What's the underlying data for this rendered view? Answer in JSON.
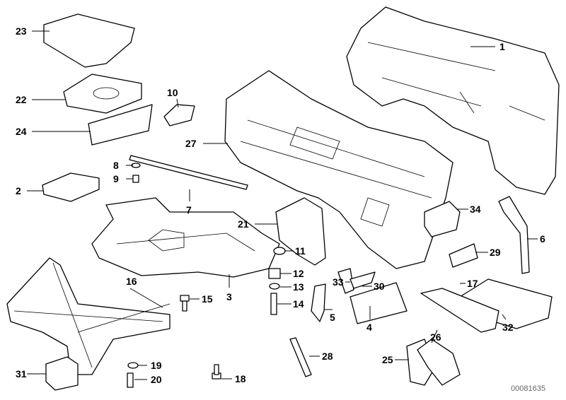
{
  "diagram": {
    "type": "exploded-parts-diagram",
    "callouts": [
      "23",
      "22",
      "24",
      "10",
      "27",
      "1",
      "8",
      "9",
      "2",
      "7",
      "21",
      "34",
      "6",
      "11",
      "29",
      "3",
      "16",
      "12",
      "13",
      "15",
      "33",
      "30",
      "17",
      "14",
      "5",
      "4",
      "32",
      "26",
      "28",
      "25",
      "19",
      "31",
      "20",
      "18"
    ],
    "reference_number": "00081635"
  }
}
